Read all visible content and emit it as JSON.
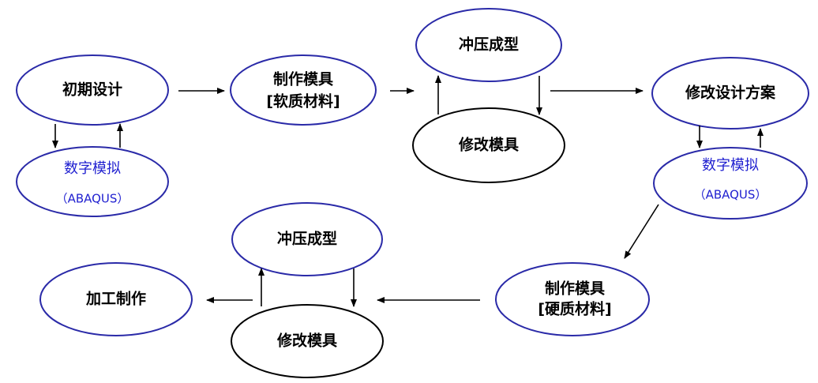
{
  "nodes": {
    "initial_design": {
      "label": "初期设计"
    },
    "sim_1": {
      "line1": "数字模拟",
      "line2": "（ABAQUS）"
    },
    "make_mold_soft": {
      "line1": "制作模具",
      "line2": "[软质材料]"
    },
    "stamping_1": {
      "label": "冲压成型"
    },
    "modify_mold_1": {
      "label": "修改模具"
    },
    "modify_design": {
      "label": "修改设计方案"
    },
    "sim_2": {
      "line1": "数字模拟",
      "line2": "（ABAQUS）"
    },
    "make_mold_hard": {
      "line1": "制作模具",
      "line2": "[硬质材料]"
    },
    "stamping_2": {
      "label": "冲压成型"
    },
    "modify_mold_2": {
      "label": "修改模具"
    },
    "fabrication": {
      "label": "加工制作"
    }
  },
  "colors": {
    "ellipse_stroke_blue": "#2a2aa8",
    "ellipse_stroke_black": "#000000",
    "sim_text": "#1f1fd0"
  }
}
